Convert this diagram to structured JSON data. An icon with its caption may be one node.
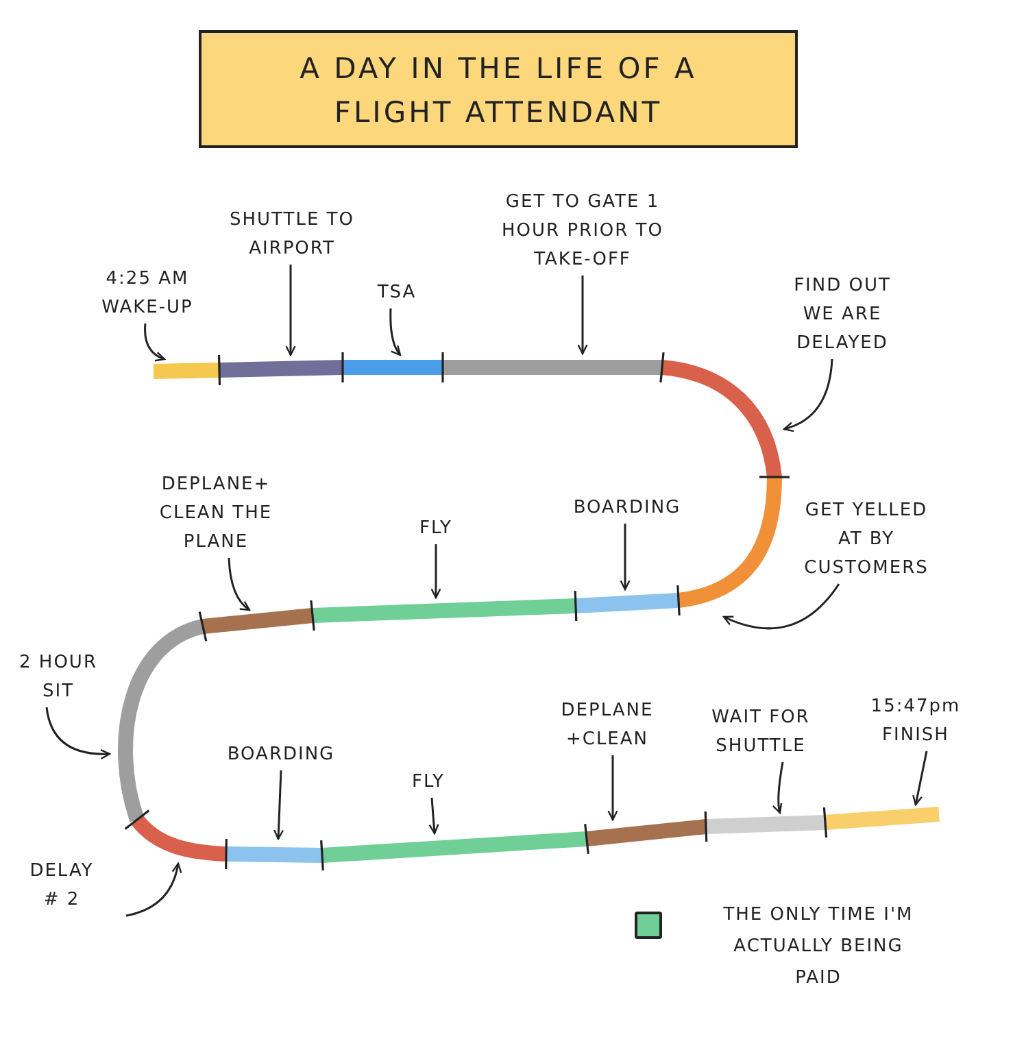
{
  "diagram": {
    "title": "A DAY IN THE LIFE OF A FLIGHT ATTENDANT",
    "nodes": [
      {
        "text": [
          "4:25 AM WAKE-UP"
        ]
      },
      {
        "text": [],
        "shape": "bar"
      },
      {
        "text": [
          "SHUTTLE TO AIRPORT"
        ]
      },
      {
        "text": [],
        "shape": "bar"
      },
      {
        "text": [
          "TSA"
        ]
      },
      {
        "text": [],
        "shape": "bar"
      },
      {
        "text": [
          "GET TO GATE 1 HOUR PRIOR TO TAKE-OFF"
        ]
      },
      {
        "text": [],
        "shape": "bar"
      },
      {
        "text": [
          "FIND OUT WE ARE DELAYED"
        ]
      },
      {
        "text": [],
        "shape": "bar"
      },
      {
        "text": [
          "GET YELLED AT BY CUSTOMERS"
        ]
      },
      {
        "text": [],
        "shape": "bar"
      },
      {
        "text": [
          "BOARDING"
        ]
      },
      {
        "text": [],
        "shape": "bar"
      },
      {
        "text": [
          "FLY"
        ]
      },
      {
        "text": [],
        "shape": "bar"
      },
      {
        "text": [
          "DEPLANE+ CLEAN THE PLANE"
        ]
      },
      {
        "text": [],
        "shape": "bar"
      },
      {
        "text": [
          "2 HOUR SIT"
        ]
      },
      {
        "text": [],
        "shape": "bar"
      },
      {
        "text": [
          "DELAY # 2"
        ]
      },
      {
        "text": [],
        "shape": "bar"
      },
      {
        "text": [
          "BOARDING"
        ]
      },
      {
        "text": [],
        "shape": "bar"
      },
      {
        "text": [
          "FLY"
        ]
      },
      {
        "text": [],
        "shape": "bar"
      },
      {
        "text": [
          "DEPLANE +CLEAN"
        ]
      },
      {
        "text": [],
        "shape": "bar"
      },
      {
        "text": [
          "WAIT FOR SHUTTLE"
        ]
      },
      {
        "text": [],
        "shape": "bar"
      },
      {
        "text": [
          "15:47pm FINISH"
        ]
      },
      {
        "text": [],
        "shape": "bar"
      }
    ],
    "edges": [
      {
        "from": 0,
        "to": 1,
        "arrow": "to"
      },
      {
        "from": 2,
        "to": 3,
        "arrow": "to"
      },
      {
        "from": 4,
        "to": 5,
        "arrow": "to"
      },
      {
        "from": 6,
        "to": 7,
        "arrow": "to"
      },
      {
        "from": 8,
        "to": 9,
        "arrow": "to"
      },
      {
        "from": 10,
        "to": 11,
        "arrow": "to"
      },
      {
        "from": 12,
        "to": 13,
        "arrow": "to"
      },
      {
        "from": 14,
        "to": 15,
        "arrow": "to"
      },
      {
        "from": 16,
        "to": 17,
        "arrow": "to"
      },
      {
        "from": 18,
        "to": 19,
        "arrow": "to"
      },
      {
        "from": 20,
        "to": 21,
        "arrow": "to"
      },
      {
        "from": 22,
        "to": 23,
        "arrow": "to"
      },
      {
        "from": 24,
        "to": 25,
        "arrow": "to"
      },
      {
        "from": 26,
        "to": 27,
        "arrow": "to"
      },
      {
        "from": 28,
        "to": 29,
        "arrow": "to"
      },
      {
        "from": 30,
        "to": 31,
        "arrow": "to"
      }
    ],
    "legend": [
      {
        "text": "THE ONLY TIME I'M ACTUALLY BEING PAID",
        "color": "#6fcf97"
      }
    ]
  }
}
